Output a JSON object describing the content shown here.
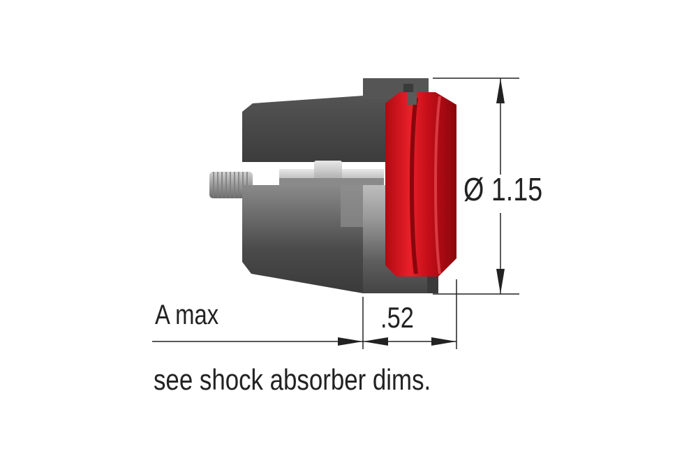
{
  "diameter_label": "Ø 1.15",
  "length_label": ".52",
  "a_max_label": "A max",
  "note_text": "see shock absorber dims.",
  "colors": {
    "red_cap": "#d8101a",
    "body_dark": "#4a4a4a",
    "body_light": "#9a9a9a",
    "dimension_lines": "#222222"
  }
}
